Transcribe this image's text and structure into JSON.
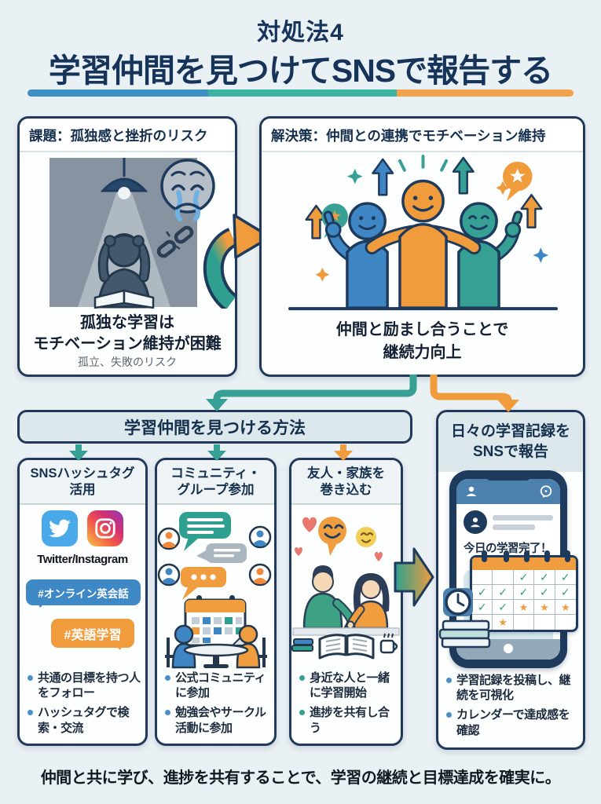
{
  "page": {
    "kicker": "対処法4",
    "title": "学習仲間を見つけてSNSで報告する",
    "footer": "仲間と共に学び、進捗を共有することで、学習の継続と目標達成を確実に。"
  },
  "colors": {
    "navy": "#1e3a5c",
    "teal": "#2fa08f",
    "orange": "#f09c3c",
    "blue": "#3e87c4",
    "twitter_blue": "#4aa9e9",
    "divider": [
      "#3e8fc4",
      "#3cb3a0",
      "#f2a24c"
    ]
  },
  "problem": {
    "header": "課題：孤独感と挫折のリスク",
    "caption_line1": "孤独な学習は",
    "caption_line2": "モチベーション維持が困難",
    "subcaption": "孤立、失敗のリスク"
  },
  "solution": {
    "header": "解決策：仲間との連携でモチベーション維持",
    "caption_line1": "仲間と励まし合うことで",
    "caption_line2": "継続力向上"
  },
  "methods": {
    "header": "学習仲間を見つける方法",
    "columns": [
      {
        "title_line1": "SNSハッシュタグ",
        "title_line2": "活用",
        "sns_label": "Twitter/Instagram",
        "hashtag1": "#オンライン英会話",
        "hashtag2": "#英語学習",
        "bullets": [
          "共通の目標を持つ人をフォロー",
          "ハッシュタグで検索・交流"
        ]
      },
      {
        "title_line1": "コミュニティ・",
        "title_line2": "グループ参加",
        "bullets": [
          "公式コミュニティに参加",
          "勉強会やサークル活動に参加"
        ]
      },
      {
        "title_line1": "友人・家族を",
        "title_line2": "巻き込む",
        "bullets": [
          "身近な人と一緒に学習開始",
          "進捗を共有し合う"
        ]
      }
    ]
  },
  "report": {
    "title_line1": "日々の学習記録を",
    "title_line2": "SNSで報告",
    "post_text": "今日の学習完了！",
    "bullets": [
      "学習記録を投稿し、継続を可視化",
      "カレンダーで達成感を確認"
    ],
    "calendar_marks": [
      [
        "",
        "",
        "check",
        "check",
        "check"
      ],
      [
        "check",
        "check",
        "check",
        "check",
        "check"
      ],
      [
        "check",
        "check",
        "star",
        "star",
        "star"
      ],
      [
        "star",
        "star",
        "",
        "",
        ""
      ]
    ]
  }
}
